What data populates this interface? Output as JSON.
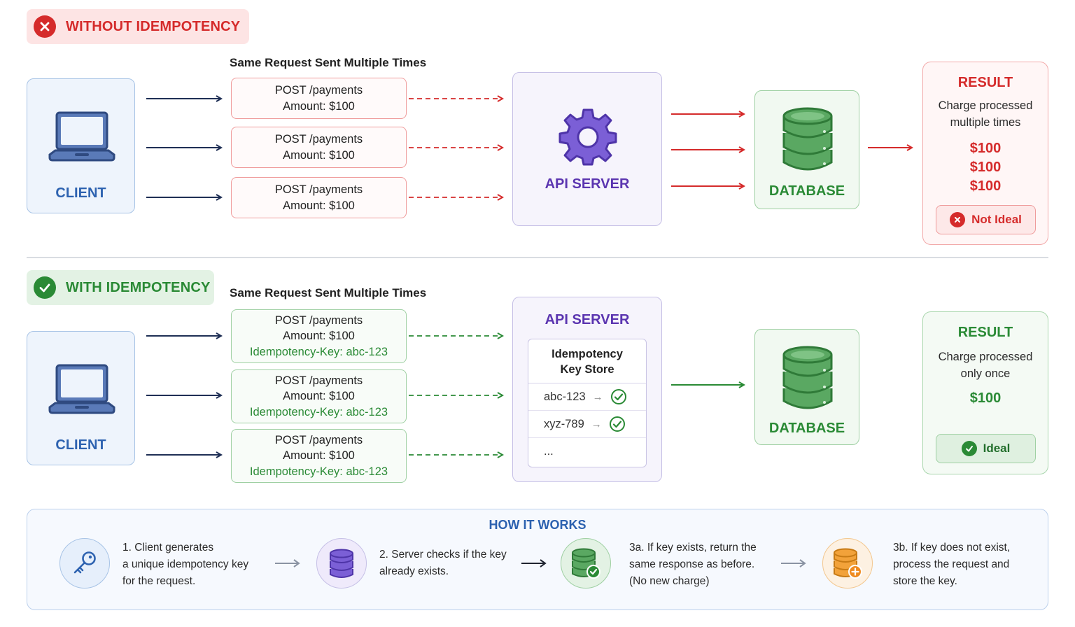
{
  "without": {
    "tag": "WITHOUT IDEMPOTENCY",
    "subheading": "Same Request Sent Multiple Times",
    "client_label": "CLIENT",
    "requests": [
      {
        "line1": "POST /payments",
        "line2": "Amount: $100"
      },
      {
        "line1": "POST /payments",
        "line2": "Amount: $100"
      },
      {
        "line1": "POST /payments",
        "line2": "Amount: $100"
      }
    ],
    "api_label": "API SERVER",
    "db_label": "DATABASE",
    "result": {
      "title": "RESULT",
      "desc1": "Charge processed",
      "desc2": "multiple times",
      "amounts": [
        "$100",
        "$100",
        "$100"
      ],
      "verdict": "Not Ideal"
    }
  },
  "with": {
    "tag": "WITH IDEMPOTENCY",
    "subheading": "Same Request Sent Multiple Times",
    "client_label": "CLIENT",
    "requests": [
      {
        "line1": "POST /payments",
        "line2": "Amount: $100",
        "line3": "Idempotency-Key: abc-123"
      },
      {
        "line1": "POST /payments",
        "line2": "Amount: $100",
        "line3": "Idempotency-Key: abc-123"
      },
      {
        "line1": "POST /payments",
        "line2": "Amount: $100",
        "line3": "Idempotency-Key: abc-123"
      }
    ],
    "api_label": "API SERVER",
    "key_store": {
      "title1": "Idempotency",
      "title2": "Key Store",
      "rows": [
        {
          "key": "abc-123",
          "arrow": "→"
        },
        {
          "key": "xyz-789",
          "arrow": "→"
        }
      ],
      "more": "..."
    },
    "db_label": "DATABASE",
    "result": {
      "title": "RESULT",
      "desc1": "Charge processed",
      "desc2": "only once",
      "amount": "$100",
      "verdict": "Ideal"
    }
  },
  "how_it_works": {
    "title": "HOW IT WORKS",
    "steps": [
      {
        "icon": "key-icon",
        "lines": [
          "1. Client generates",
          "a unique idempotency key",
          "for the request."
        ]
      },
      {
        "icon": "database-icon",
        "lines": [
          "2. Server checks if the key",
          "already exists."
        ]
      },
      {
        "icon": "database-check-icon",
        "lines": [
          "3a. If key exists, return the",
          "same response as before.",
          "(No new charge)"
        ]
      },
      {
        "icon": "database-plus-icon",
        "lines": [
          "3b. If key does not exist,",
          "process the request and",
          "store the key."
        ]
      }
    ]
  },
  "colors": {
    "bad": "#d52b2b",
    "good": "#2a8a35",
    "client": "#2d62b0",
    "api": "#5b35b0",
    "navy_arrow": "#1f2f55",
    "orange": "#ef9a2b"
  }
}
